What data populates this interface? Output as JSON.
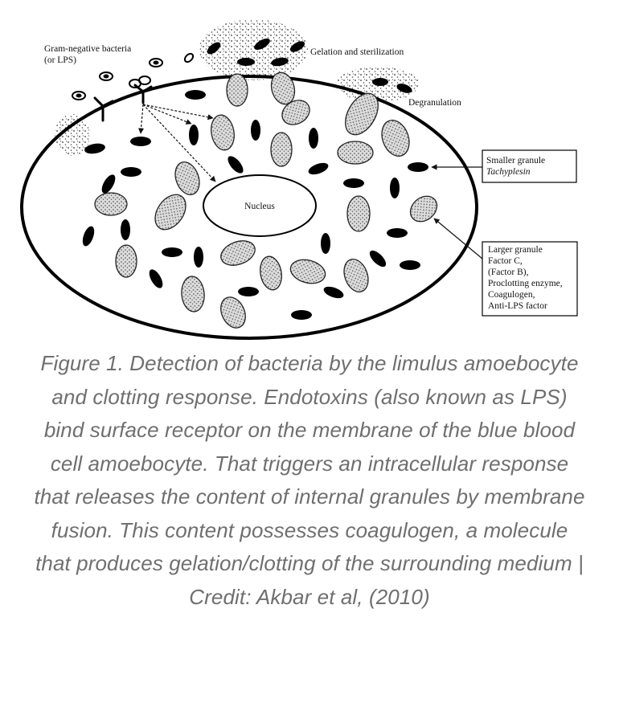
{
  "diagram": {
    "labels": {
      "bacteria_line1": "Gram-negative bacteria",
      "bacteria_line2": "(or LPS)",
      "gelation": "Gelation and sterilization",
      "degranulation": "Degranulation",
      "nucleus": "Nucleus",
      "small_granule_line1": "Smaller granule",
      "small_granule_line2": "Tachyplesin",
      "large_granule_lines": [
        "Larger granule",
        "Factor C,",
        "(Factor B),",
        "Proclotting enzyme,",
        "Coagulogen,",
        "Anti-LPS factor"
      ]
    }
  },
  "caption": {
    "text": "Figure 1. Detection of bacteria by the limulus amoebocyte and clotting response. Endotoxins (also known as LPS) bind surface receptor on the membrane of the blue blood cell amoebocyte. That triggers an intracellular response that releases the content of internal granules by membrane fusion. This content possesses coagulogen, a molecule that produces gelation/clotting of the surrounding medium | Credit: Akbar et al, (2010)"
  }
}
